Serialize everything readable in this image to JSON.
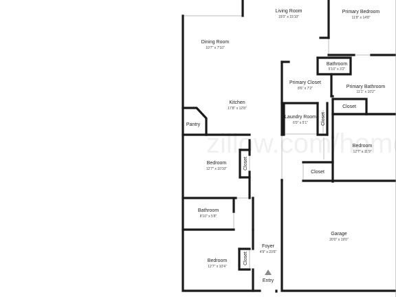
{
  "rooms": {
    "living_room": {
      "name": "Living Room",
      "dims": "15'0\" x 15'10\""
    },
    "primary_bedroom": {
      "name": "Primary Bedroom",
      "dims": "11'9\" x 14'8\""
    },
    "dining_room": {
      "name": "Dining Room",
      "dims": "10'7\" x 7'10\""
    },
    "bathroom_top": {
      "name": "Bathroom",
      "dims": "5'10\" x 3'2\""
    },
    "primary_closet": {
      "name": "Primary Closet",
      "dims": "8'6\" x 7'2\""
    },
    "primary_bathroom": {
      "name": "Primary Bathroom",
      "dims": "11'1\" x 10'2\""
    },
    "kitchen": {
      "name": "Kitchen",
      "dims": "17'8\" x 12'8\""
    },
    "closet_pb": {
      "name": "Closet"
    },
    "laundry_room": {
      "name": "Laundry Room",
      "dims": "6'0\" x 5'1\""
    },
    "closet_laundry": {
      "name": "Closet"
    },
    "pantry": {
      "name": "Pantry"
    },
    "bedroom_right": {
      "name": "Bedroom",
      "dims": "12'7\" x 11'9\""
    },
    "bedroom_left": {
      "name": "Bedroom",
      "dims": "12'7\" x 10'10\""
    },
    "closet_bedroom_left": {
      "name": "Closet"
    },
    "closet_bedroom_right": {
      "name": "Closet"
    },
    "bathroom_hall": {
      "name": "Bathroom",
      "dims": "8'10\" x 5'8\""
    },
    "garage": {
      "name": "Garage",
      "dims": "20'0\" x 19'0\""
    },
    "foyer": {
      "name": "Foyer",
      "dims": "4'9\" x 23'6\""
    },
    "bedroom_bottom": {
      "name": "Bedroom",
      "dims": "12'7\" x 10'4\""
    },
    "closet_bedroom_bottom": {
      "name": "Closet"
    }
  },
  "entry": {
    "label": "Entry"
  },
  "watermark": {
    "text": "zillow.com/homes"
  },
  "colors": {
    "wall": "#1a1a1a",
    "background": "#ffffff"
  }
}
